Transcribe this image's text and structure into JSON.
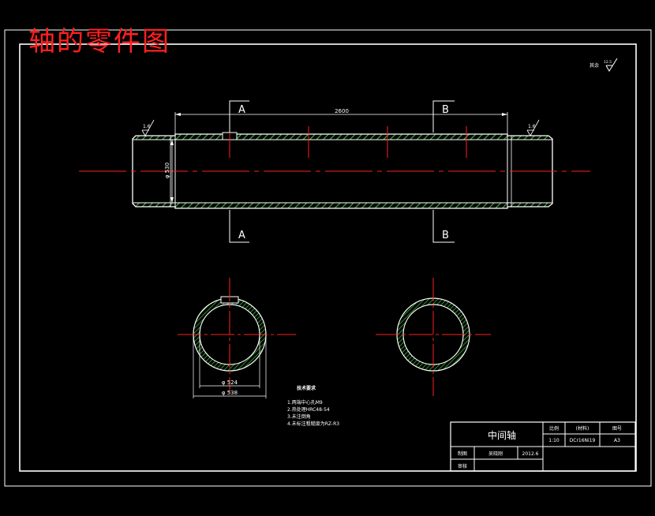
{
  "title": "轴的零件图",
  "colors": {
    "background": "#000000",
    "outline": "#ffffff",
    "centerline": "#ff2020",
    "hatch": "#3fae3f",
    "title_red": "#ff2020"
  },
  "roughness": {
    "corner_label": "其余",
    "corner_value": "12.5",
    "left_value": "1.6",
    "right_value": "1.6"
  },
  "dimensions": {
    "length": "2600",
    "diameter": "φ 530",
    "inner_diameter": "φ 524",
    "outer_diameter": "φ 538"
  },
  "sections": {
    "a_top": "A",
    "b_top": "B",
    "a_bottom": "A",
    "b_bottom": "B"
  },
  "notes": {
    "heading": "技术要求",
    "items": [
      "1.两端中心孔M9",
      "2.热处理HRC48-54",
      "3.未注倒角",
      "4.未标注粗糙度为RZ-R3"
    ]
  },
  "title_block": {
    "part_name": "中间轴",
    "scale_label": "比例",
    "scale_value": "1:10",
    "material_label": "(材料)",
    "material_value": "DCr16Ni19",
    "sheet_label": "图号",
    "sheet_value": "A3",
    "drawn_label": "制图",
    "drawn_by": "吴晓刚",
    "drawn_date": "2012.6",
    "checked_label": "审核"
  }
}
